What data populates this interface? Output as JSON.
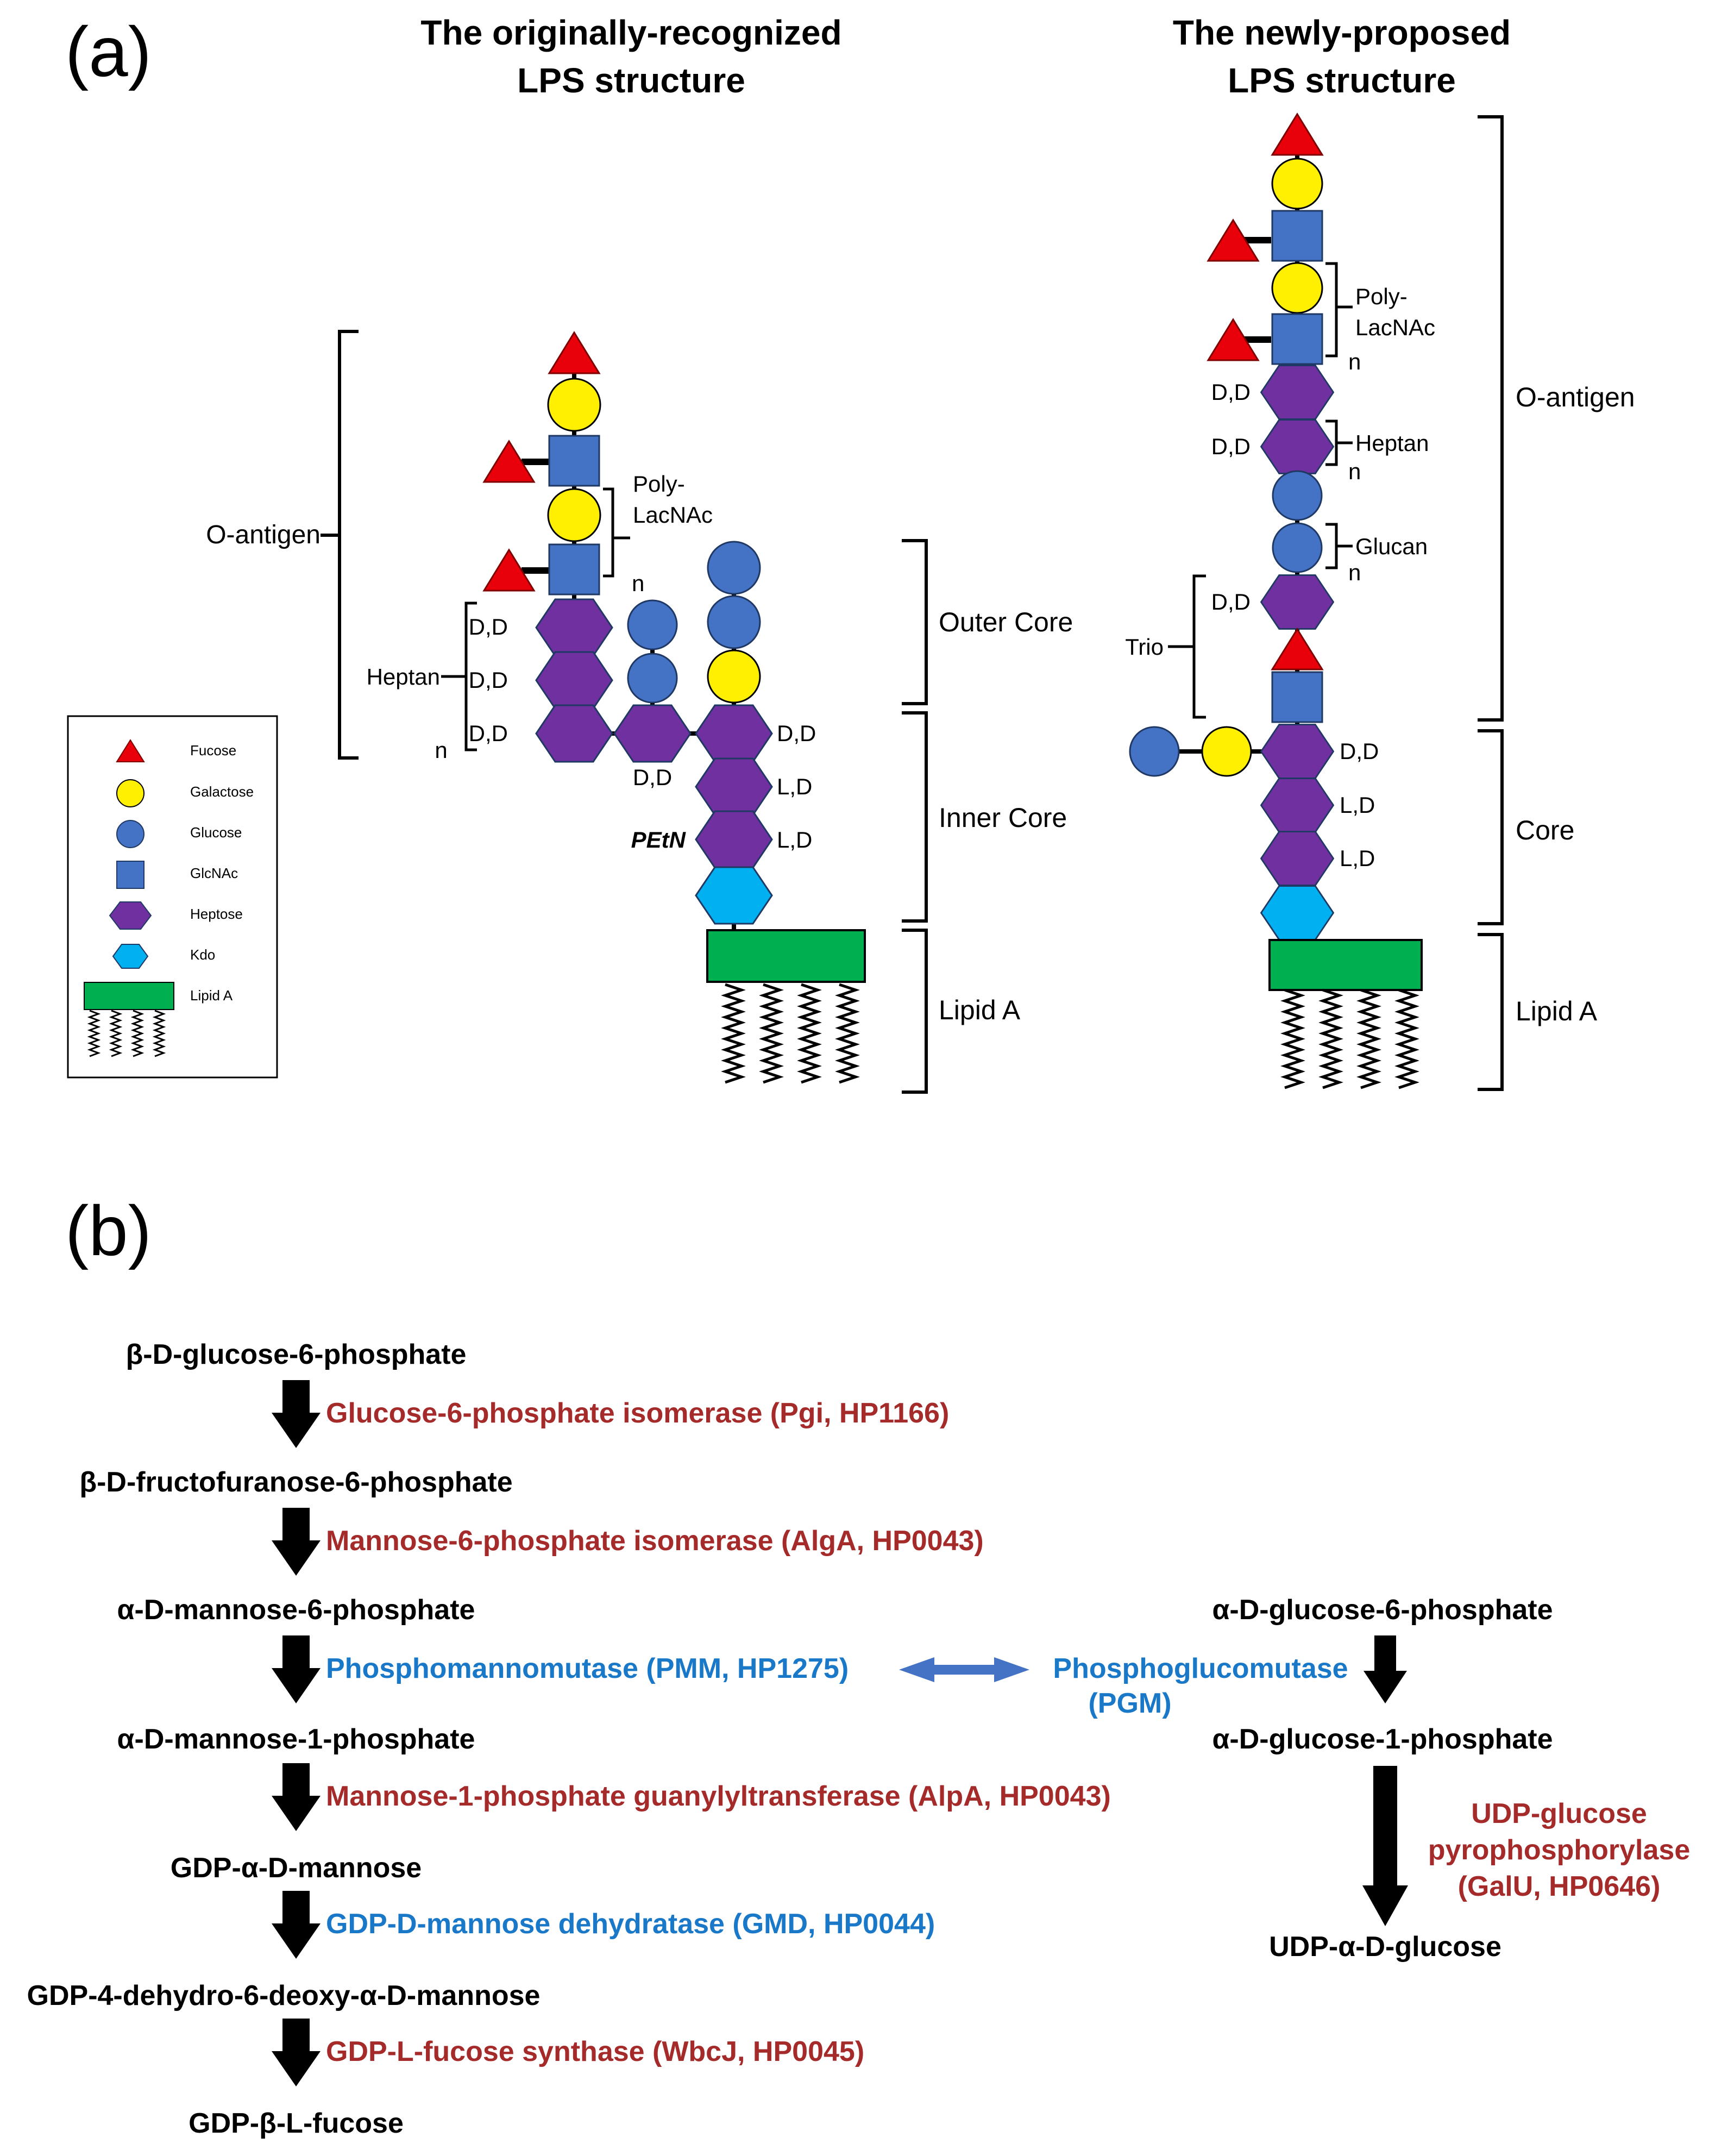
{
  "panel_a": {
    "label": "(a)",
    "left_title": [
      "The originally-recognized",
      "LPS structure"
    ],
    "right_title": [
      "The newly-proposed",
      "LPS structure"
    ],
    "left_regions": {
      "o_antigen": "O-antigen",
      "outer_core": "Outer Core",
      "inner_core": "Inner Core",
      "lipid_a": "Lipid A",
      "heptan": "Heptan",
      "poly_lacnac": [
        "Poly-",
        "LacNAc"
      ],
      "n": "n",
      "dd": "D,D",
      "ld": "L,D",
      "petn": "PEtN"
    },
    "right_regions": {
      "o_antigen": "O-antigen",
      "core": "Core",
      "lipid_a": "Lipid A",
      "heptan": "Heptan",
      "glucan": "Glucan",
      "trio": "Trio",
      "poly_lacnac": [
        "Poly-",
        "LacNAc"
      ],
      "n": "n",
      "dd": "D,D",
      "ld": "L,D"
    },
    "legend": [
      {
        "label": "Fucose",
        "shape": "triangle",
        "color": "#E8000B"
      },
      {
        "label": "Galactose",
        "shape": "circle",
        "color": "#FFEF00"
      },
      {
        "label": "Glucose",
        "shape": "circle",
        "color": "#4472C4"
      },
      {
        "label": "GlcNAc",
        "shape": "square",
        "color": "#4472C4"
      },
      {
        "label": "Heptose",
        "shape": "hexagon",
        "color": "#7030A0"
      },
      {
        "label": "Kdo",
        "shape": "hexagon",
        "color": "#00B0F0"
      },
      {
        "label": "Lipid A",
        "shape": "rectangle",
        "color": "#00B050"
      }
    ]
  },
  "panel_b": {
    "label": "(b)",
    "left_pathway": {
      "compounds": [
        "β-D-glucose-6-phosphate",
        "β-D-fructofuranose-6-phosphate",
        "α-D-mannose-6-phosphate",
        "α-D-mannose-1-phosphate",
        "GDP-α-D-mannose",
        "GDP-4-dehydro-6-deoxy-α-D-mannose",
        "GDP-β-L-fucose"
      ],
      "enzymes": [
        {
          "text": "Glucose-6-phosphate isomerase (Pgi, HP1166)",
          "color": "#A52A2A"
        },
        {
          "text": "Mannose-6-phosphate isomerase (AlgA, HP0043)",
          "color": "#A52A2A"
        },
        {
          "text": "Phosphomannomutase (PMM, HP1275)",
          "color": "#1A78C8"
        },
        {
          "text": "Mannose-1-phosphate guanylyltransferase (AlpA, HP0043)",
          "color": "#A52A2A"
        },
        {
          "text": "GDP-D-mannose dehydratase (GMD, HP0044)",
          "color": "#1A78C8"
        },
        {
          "text": "GDP-L-fucose synthase (WbcJ, HP0045)",
          "color": "#A52A2A"
        }
      ]
    },
    "right_pathway": {
      "compounds": [
        "α-D-glucose-6-phosphate",
        "α-D-glucose-1-phosphate",
        "UDP-α-D-glucose"
      ],
      "enzymes": [
        {
          "lines": [
            "Phosphoglucomutase",
            "(PGM)"
          ],
          "color": "#1A78C8"
        },
        {
          "lines": [
            "UDP-glucose",
            "pyrophosphorylase",
            "(GalU, HP0646)"
          ],
          "color": "#A52A2A"
        }
      ]
    },
    "link_arrow_color": "#4472C4"
  }
}
